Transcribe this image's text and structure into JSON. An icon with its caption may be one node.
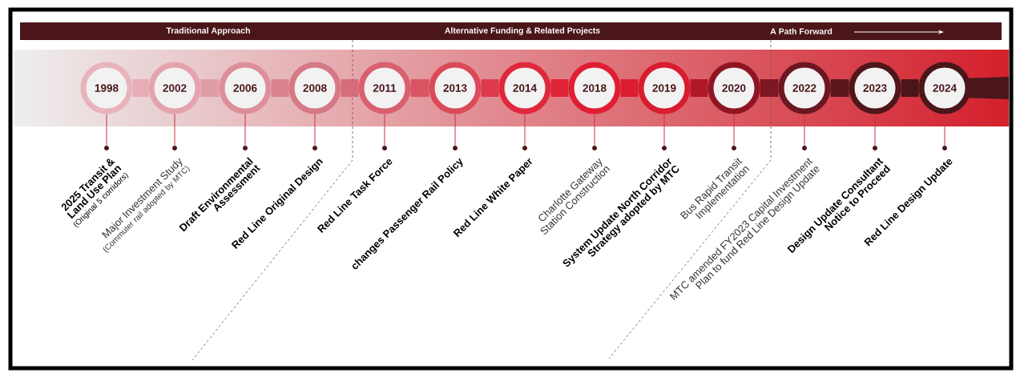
{
  "diagram": {
    "nodes": [
      {
        "text": [
          "Traditional Approach",
          "Alternative Funding & Related Projects",
          "A Path Forward"
        ]
      },
      {
        "text": [
          "1998"
        ]
      },
      {
        "text": [
          "2002"
        ]
      },
      {
        "text": [
          "2006"
        ]
      },
      {
        "text": [
          "2008"
        ]
      },
      {
        "text": [
          "2011"
        ]
      },
      {
        "text": [
          "2013"
        ]
      },
      {
        "text": [
          "2014"
        ]
      },
      {
        "text": [
          "2018"
        ]
      },
      {
        "text": [
          "2019"
        ]
      },
      {
        "text": [
          "2020"
        ]
      },
      {
        "text": [
          "2022"
        ]
      },
      {
        "text": [
          "2023"
        ]
      },
      {
        "text": [
          "2024"
        ]
      },
      {
        "text": [],
        "shape": "circle",
        "beside": [
          "2025 Transit & Land Use Plan",
          "(Original 5 corridors)"
        ]
      },
      {
        "text": [],
        "shape": "circle",
        "beside": [
          "Major Investment Study",
          "(Commuter rail adopted by MTC)"
        ]
      },
      {
        "text": [],
        "shape": "circle",
        "beside": [
          "Draft Environmental Assessment"
        ]
      },
      {
        "text": [],
        "shape": "circle",
        "beside": [
          "Red Line Original Design"
        ]
      },
      {
        "text": [],
        "shape": "circle",
        "beside": [
          "Red Line Task Force"
        ]
      },
      {
        "text": [],
        "shape": "circle",
        "beside": [
          "changes Passenger Rail Policy"
        ]
      },
      {
        "text": [],
        "shape": "circle",
        "beside": [
          "Red Line White Paper"
        ]
      },
      {
        "text": [],
        "shape": "circle",
        "beside": [
          "Charlotte Gateway Station Construction"
        ]
      },
      {
        "text": [],
        "shape": "circle",
        "beside": [
          "System Update North Corridor Strategy adopted by MTC"
        ]
      },
      {
        "text": [],
        "shape": "circle",
        "beside": [
          "Bus Rapid Transit Implementation"
        ]
      },
      {
        "text": [],
        "shape": "circle",
        "beside": [
          "MTC amended FY2023 Capital Investment Plan to fund Red Line Design Update"
        ]
      },
      {
        "text": [],
        "shape": "circle",
        "beside": [
          "Design Update Consultant Notice to Proceed"
        ]
      },
      {
        "text": [],
        "shape": "circle",
        "beside": [
          "Red Line Design Update"
        ]
      }
    ],
    "edges": [
      {
        "from": 1,
        "to": 2,
        "arrow": "none",
        "style": "thick",
        "color": "#e6adb6"
      },
      {
        "from": 2,
        "to": 3,
        "arrow": "none",
        "style": "thick",
        "color": "#e09ca7"
      },
      {
        "from": 3,
        "to": 4,
        "arrow": "none",
        "style": "thick",
        "color": "#d9838f"
      },
      {
        "from": 4,
        "to": 5,
        "arrow": "none",
        "style": "thick",
        "color": "#d86c79"
      },
      {
        "from": 5,
        "to": 6,
        "arrow": "none",
        "style": "thick",
        "color": "#da5464"
      },
      {
        "from": 6,
        "to": 7,
        "arrow": "none",
        "style": "thick",
        "color": "#de3a4c"
      },
      {
        "from": 7,
        "to": 8,
        "arrow": "none",
        "style": "thick",
        "color": "#e0243a"
      },
      {
        "from": 8,
        "to": 9,
        "arrow": "none",
        "style": "thick",
        "color": "#dc1c31"
      },
      {
        "from": 9,
        "to": 10,
        "arrow": "none",
        "style": "thick",
        "color": "#b0182a"
      },
      {
        "from": 10,
        "to": 11,
        "arrow": "none",
        "style": "thick",
        "color": "#7d1722"
      },
      {
        "from": 11,
        "to": 12,
        "arrow": "none",
        "style": "thick",
        "color": "#5a161d"
      },
      {
        "from": 12,
        "to": 13,
        "arrow": "none",
        "style": "thick",
        "color": "#4a161a"
      },
      {
        "from": 1,
        "to": 14,
        "arrow": "none"
      },
      {
        "from": 2,
        "to": 15,
        "arrow": "none"
      },
      {
        "from": 3,
        "to": 16,
        "arrow": "none"
      },
      {
        "from": 4,
        "to": 17,
        "arrow": "none"
      },
      {
        "from": 5,
        "to": 18,
        "arrow": "none"
      },
      {
        "from": 6,
        "to": 19,
        "arrow": "none"
      },
      {
        "from": 7,
        "to": 20,
        "arrow": "none"
      },
      {
        "from": 8,
        "to": 21,
        "arrow": "none"
      },
      {
        "from": 9,
        "to": 22,
        "arrow": "none"
      },
      {
        "from": 10,
        "to": 23,
        "arrow": "none"
      },
      {
        "from": 11,
        "to": 24,
        "arrow": "none"
      },
      {
        "from": 12,
        "to": 25,
        "arrow": "none"
      },
      {
        "from": 13,
        "to": 26,
        "arrow": "none"
      }
    ]
  }
}
